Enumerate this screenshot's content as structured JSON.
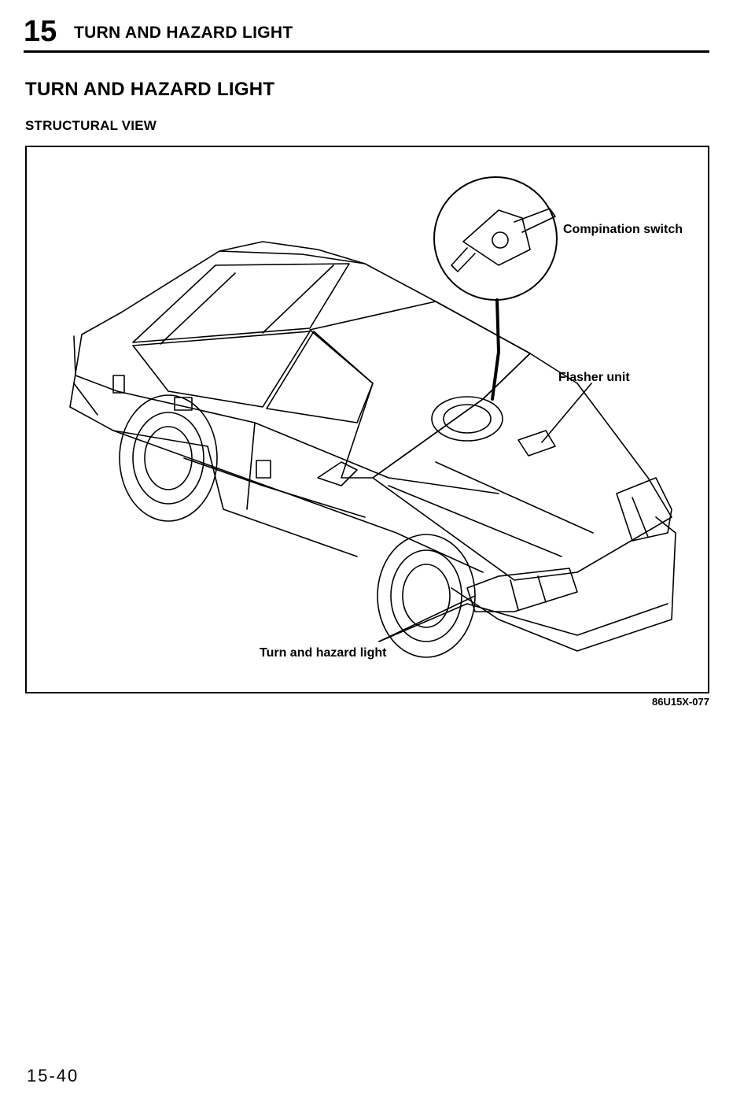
{
  "header": {
    "chapter_number": "15",
    "chapter_title": "TURN AND HAZARD LIGHT"
  },
  "section_title": "TURN AND HAZARD LIGHT",
  "subsection_title": "STRUCTURAL VIEW",
  "figure": {
    "callouts": {
      "combination_switch": "Compination switch",
      "flasher_unit": "Flasher unit",
      "turn_hazard_light": "Turn and hazard light"
    },
    "code": "86U15X-077"
  },
  "page_number": "15-40"
}
